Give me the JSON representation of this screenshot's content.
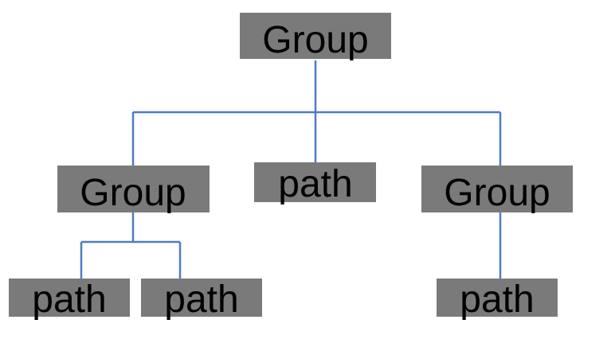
{
  "diagram": {
    "colors": {
      "node_fill": "#7a7a7a",
      "connector": "#4f7dbf",
      "text": "#000000"
    },
    "nodes": {
      "root": {
        "label": "Group"
      },
      "left_group": {
        "label": "Group"
      },
      "center_path": {
        "label": "path"
      },
      "right_group": {
        "label": "Group"
      },
      "left_path_1": {
        "label": "path"
      },
      "left_path_2": {
        "label": "path"
      },
      "right_path": {
        "label": "path"
      }
    }
  }
}
